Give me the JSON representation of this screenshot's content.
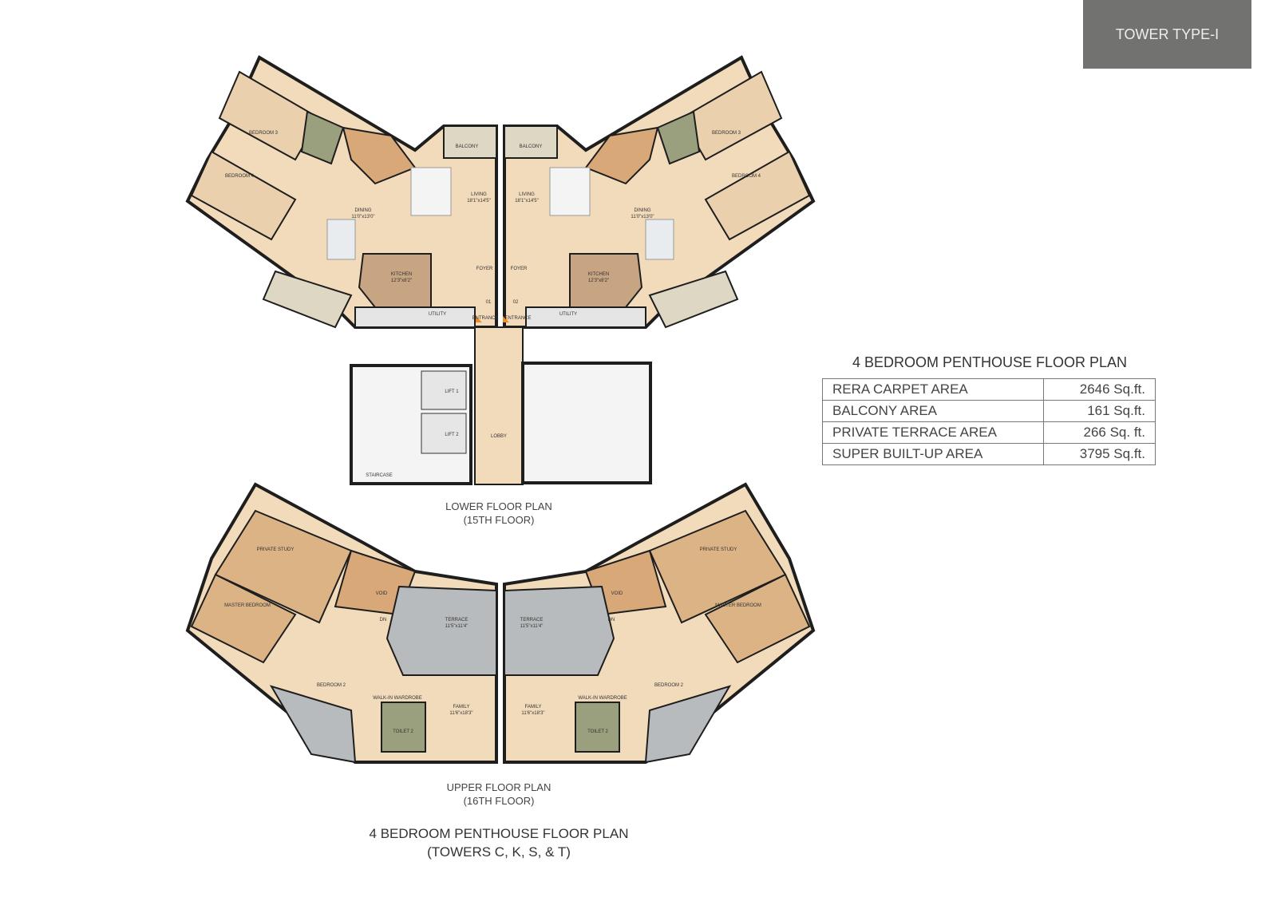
{
  "header": {
    "tower_type": "TOWER TYPE-I"
  },
  "lower_plan": {
    "caption_line1": "LOWER FLOOR PLAN",
    "caption_line2": "(15TH FLOOR)",
    "rooms": {
      "living": "LIVING",
      "living_size": "18'1\"x14'5\"",
      "dining": "DINING",
      "dining_size": "11'0\"x13'0\"",
      "kitchen": "KITCHEN",
      "kitchen_size": "12'3\"x8'2\"",
      "foyer": "FOYER",
      "entrance": "ENTRANCE",
      "balcony": "BALCONY",
      "utility": "UTILITY",
      "bedroom3": "BEDROOM 3",
      "bedroom4": "BEDROOM 4",
      "lobby": "LOBBY",
      "lift1": "LIFT 1",
      "lift2": "LIFT 2",
      "staircase": "STAIRCASE",
      "unit1": "01",
      "unit2": "02"
    }
  },
  "upper_plan": {
    "caption_line1": "UPPER FLOOR PLAN",
    "caption_line2": "(16TH FLOOR)",
    "rooms": {
      "terrace": "TERRACE",
      "terrace_size": "11'5\"x11'4\"",
      "family": "FAMILY",
      "family_size": "11'6\"x18'3\"",
      "wardrobe": "WALK-IN WARDROBE",
      "toilet2": "TOILET 2",
      "master_bedroom": "MASTER BEDROOM",
      "private_study": "PRIVATE STUDY",
      "bedroom2": "BEDROOM 2",
      "void": "VOID",
      "dn": "DN"
    }
  },
  "bottom_title": {
    "line1": "4 BEDROOM PENTHOUSE FLOOR PLAN",
    "line2": "(TOWERS C, K, S, & T)"
  },
  "spec": {
    "title": "4 BEDROOM PENTHOUSE FLOOR PLAN",
    "rows": [
      {
        "label": "RERA CARPET AREA",
        "value": "2646 Sq.ft."
      },
      {
        "label": "BALCONY AREA",
        "value": "161 Sq.ft."
      },
      {
        "label": "PRIVATE TERRACE AREA",
        "value": "266 Sq. ft."
      },
      {
        "label": "SUPER BUILT-UP AREA",
        "value": "3795 Sq.ft."
      }
    ]
  },
  "colors": {
    "floor": "#f2dbbb",
    "wood": "#d9a878",
    "terrace": "#b8bbbd",
    "wall": "#1e1e1e",
    "tag": "#727271"
  }
}
